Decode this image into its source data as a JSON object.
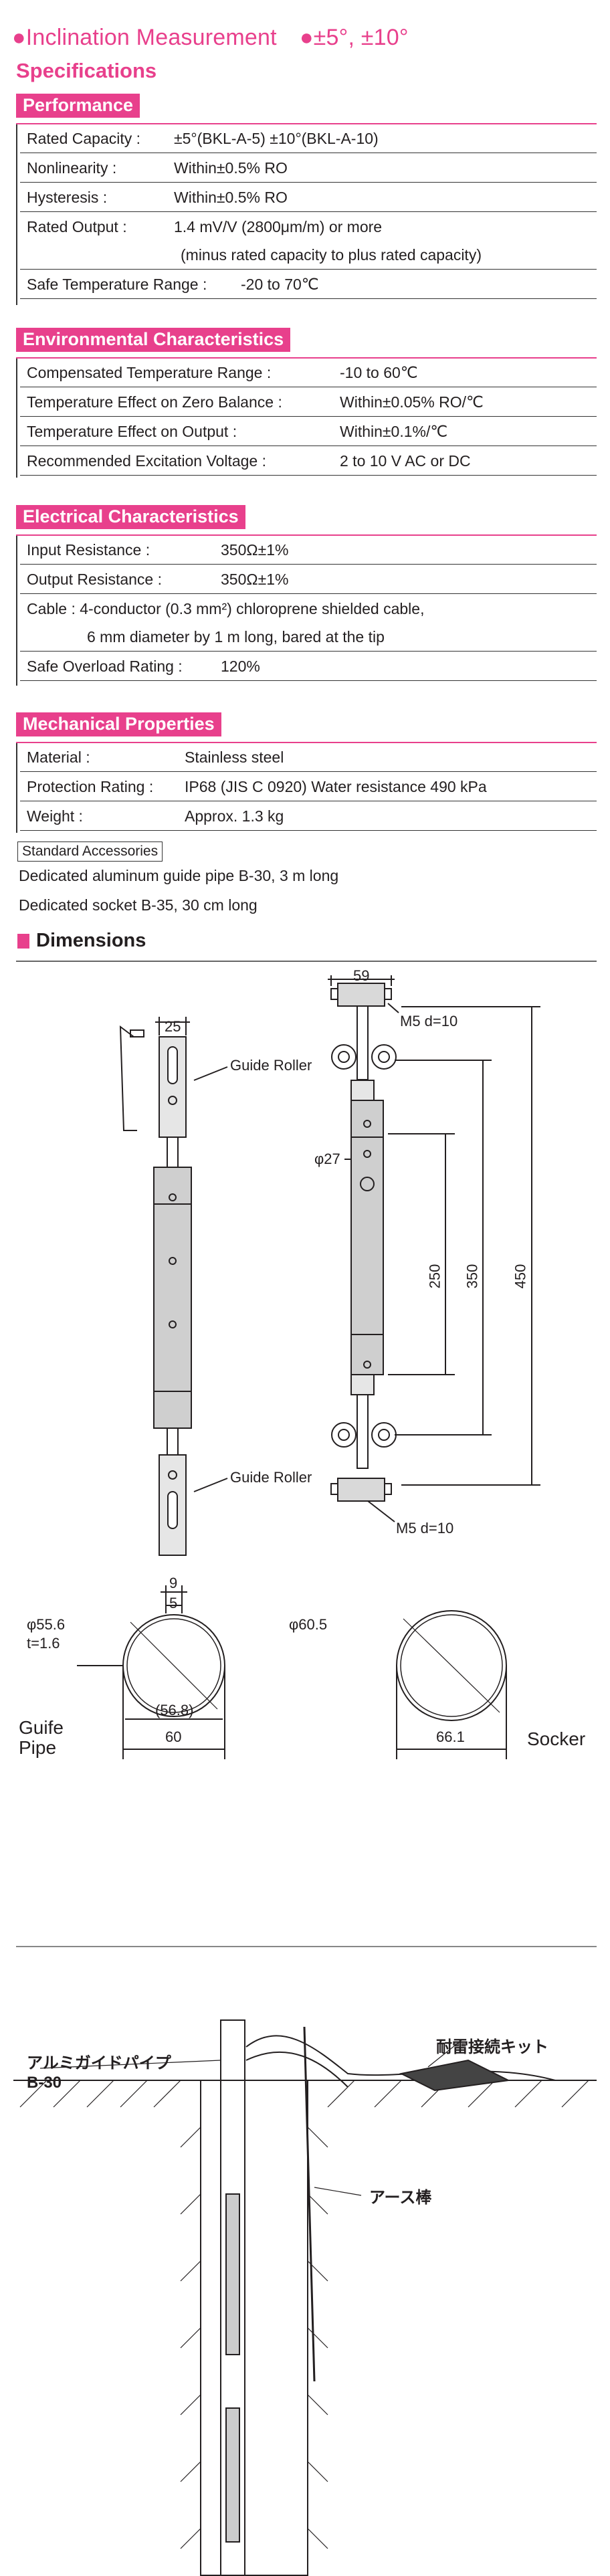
{
  "header": {
    "title": "●Inclination Measurement　●±5°, ±10°",
    "subtitle": "Specifications"
  },
  "performance": {
    "label": "Performance",
    "rows": [
      {
        "k": "Rated Capacity :",
        "v": "±5°(BKL-A-5) ±10°(BKL-A-10)"
      },
      {
        "k": "Nonlinearity :",
        "v": "Within±0.5% RO"
      },
      {
        "k": "Hysteresis :",
        "v": "Within±0.5% RO"
      },
      {
        "k": "Rated Output :",
        "v": "1.4 mV/V (2800μm/m) or more"
      },
      {
        "k": "",
        "v": "(minus rated capacity to plus rated capacity)"
      },
      {
        "k": "Safe Temperature Range :",
        "v": "-20 to 70℃"
      }
    ]
  },
  "environmental": {
    "label": "Environmental Characteristics",
    "rows": [
      {
        "k": "Compensated Temperature Range :",
        "v": "-10 to 60℃"
      },
      {
        "k": "Temperature Effect on Zero Balance :",
        "v": "Within±0.05% RO/℃"
      },
      {
        "k": "Temperature Effect on Output :",
        "v": "Within±0.1%/℃"
      },
      {
        "k": "Recommended Excitation Voltage :",
        "v": "2 to 10 V AC or DC"
      }
    ]
  },
  "electrical": {
    "label": "Electrical Characteristics",
    "rows": [
      {
        "k": "Input Resistance :",
        "v": "350Ω±1%"
      },
      {
        "k": "Output Resistance :",
        "v": "350Ω±1%"
      },
      {
        "k": "Cable : 4-conductor (0.3 mm²) chloroprene shielded cable,",
        "v": ""
      },
      {
        "k": "6 mm diameter by 1 m long, bared at the tip",
        "v": ""
      },
      {
        "k": "Safe Overload Rating :",
        "v": "120%"
      }
    ]
  },
  "mechanical": {
    "label": "Mechanical Properties",
    "rows": [
      {
        "k": "Material :",
        "v": "Stainless steel"
      },
      {
        "k": "Protection Rating :",
        "v": "IP68 (JIS C 0920)  Water resistance 490 kPa"
      },
      {
        "k": "Weight :",
        "v": "Approx. 1.3 kg"
      }
    ]
  },
  "accessories": {
    "label": "Standard Accessories",
    "items": [
      "Dedicated aluminum guide pipe B-30, 3 m long",
      "Dedicated socket B-35, 30 cm long"
    ]
  },
  "dimensions": {
    "title": "Dimensions",
    "labels": {
      "d25": "25",
      "d59": "59",
      "m5a": "M5 d=10",
      "m5b": "M5 d=10",
      "roller1": "Guide Roller",
      "roller2": "Guide Roller",
      "phi27": "φ27",
      "d250": "250",
      "d350": "350",
      "d450": "450",
      "d9": "9",
      "d5": "5",
      "phi556": "φ55.6",
      "t16": "t=1.6",
      "d568": "(56.8)",
      "d60": "60",
      "phi605": "φ60.5",
      "d661": "66.1",
      "guide_pipe": "Guife\nPipe",
      "socket": "Socker"
    }
  },
  "install": {
    "pipe_label": "アルミガイドパイプ",
    "pipe_model": "B-30",
    "kit_label": "耐雷接続キット",
    "earth_label": "アース棒"
  },
  "colors": {
    "accent": "#e8408c",
    "text": "#231f20"
  }
}
